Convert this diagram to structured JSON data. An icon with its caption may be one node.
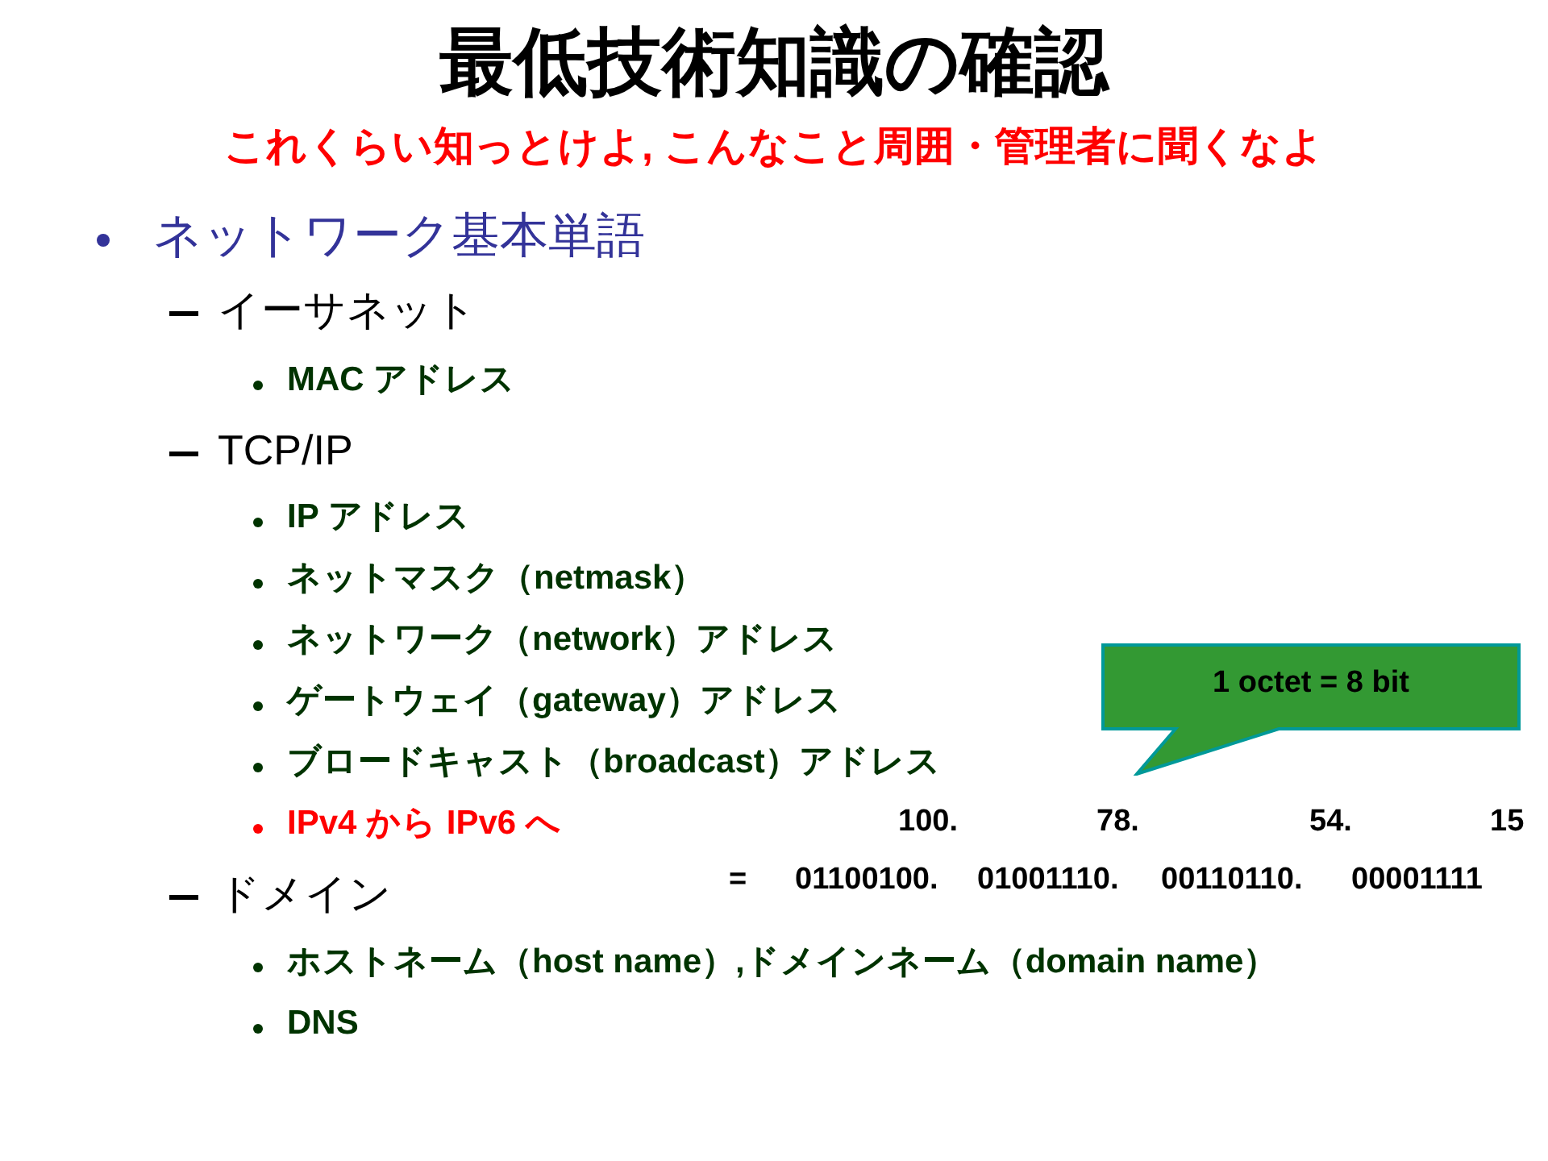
{
  "diagram": {
    "title": "最低技術知識の確認",
    "caption": "これくらい知っとけよ, こんなこと周囲・管理者に聞くなよ",
    "nodes": [
      {
        "text": [
          "1 octet = 8 bit"
        ]
      }
    ],
    "edges": [],
    "labels": [
      "ネットワーク基本単語",
      "イーサネット",
      "MAC アドレス",
      "TCP/IP",
      "IP アドレス",
      "ネットマスク（netmask）",
      "ネットワーク（network）アドレス",
      "ゲートウェイ（gateway）アドレス",
      "ブロードキャスト（broadcast）アドレス",
      "IPv4 から IPv6 へ",
      "ドメイン",
      "ホストネーム（host name）,ドメインネーム（domain name）",
      "DNS",
      "100.",
      "78.",
      "54.",
      "15",
      "=",
      "01100100.",
      "01001110.",
      "00110110.",
      "00001111"
    ]
  }
}
